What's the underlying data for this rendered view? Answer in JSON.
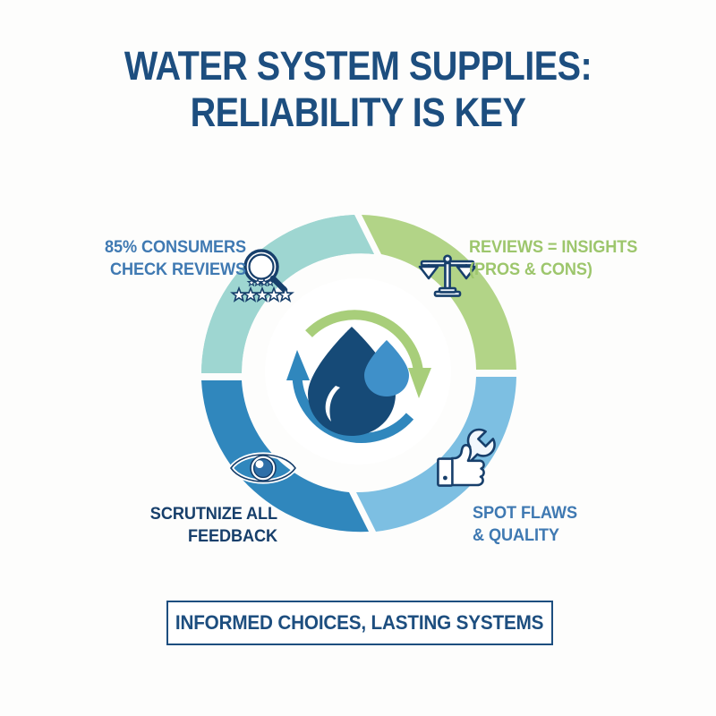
{
  "title": {
    "line1": "WATER SYSTEM SUPPLIES:",
    "line2": "RELIABILITY IS KEY",
    "color": "#1d4e7f"
  },
  "wheel": {
    "center": {
      "icon": "water-droplet-cycle-icon",
      "droplet_main_color": "#164a77",
      "droplet_small_color": "#3f90c9",
      "arrow_green_color": "#a8ce7a",
      "arrow_blue_color": "#3087bd",
      "ring_inner_color": "#ffffff"
    },
    "segments": [
      {
        "id": "check-reviews",
        "position": "top-left",
        "label_line1": "85% CONSUMERS",
        "label_line2": "CHECK REVIEWS",
        "text_color": "#3f79b2",
        "segment_color": "#9ed6d1",
        "icon": "magnifying-glass-stars-icon",
        "stat": "85%"
      },
      {
        "id": "reviews-insights",
        "position": "top-right",
        "label_line1": "REVIEWS = INSIGHTS",
        "label_line2": "(PROS & CONS)",
        "text_color": "#9dc66c",
        "segment_color": "#b2d487",
        "icon": "balance-scale-icon",
        "stat": ""
      },
      {
        "id": "spot-flaws",
        "position": "bottom-right",
        "label_line1": "SPOT FLAWS",
        "label_line2": "& QUALITY",
        "text_color": "#3f79b2",
        "segment_color": "#7dbfe2",
        "icon": "thumbs-up-wrench-icon",
        "stat": ""
      },
      {
        "id": "scrutinize-feedback",
        "position": "bottom-left",
        "label_line1": "SCRUTNIZE ALL",
        "label_line2": "FEEDBACK",
        "text_color": "#173f6b",
        "segment_color": "#3087bd",
        "icon": "eye-icon",
        "stat": ""
      }
    ]
  },
  "banner": {
    "text": "INFORMED CHOICES, LASTING SYSTEMS",
    "border_color": "#1d4e7f",
    "text_color": "#1d4e7f"
  },
  "background_color": "#fdfdfc"
}
